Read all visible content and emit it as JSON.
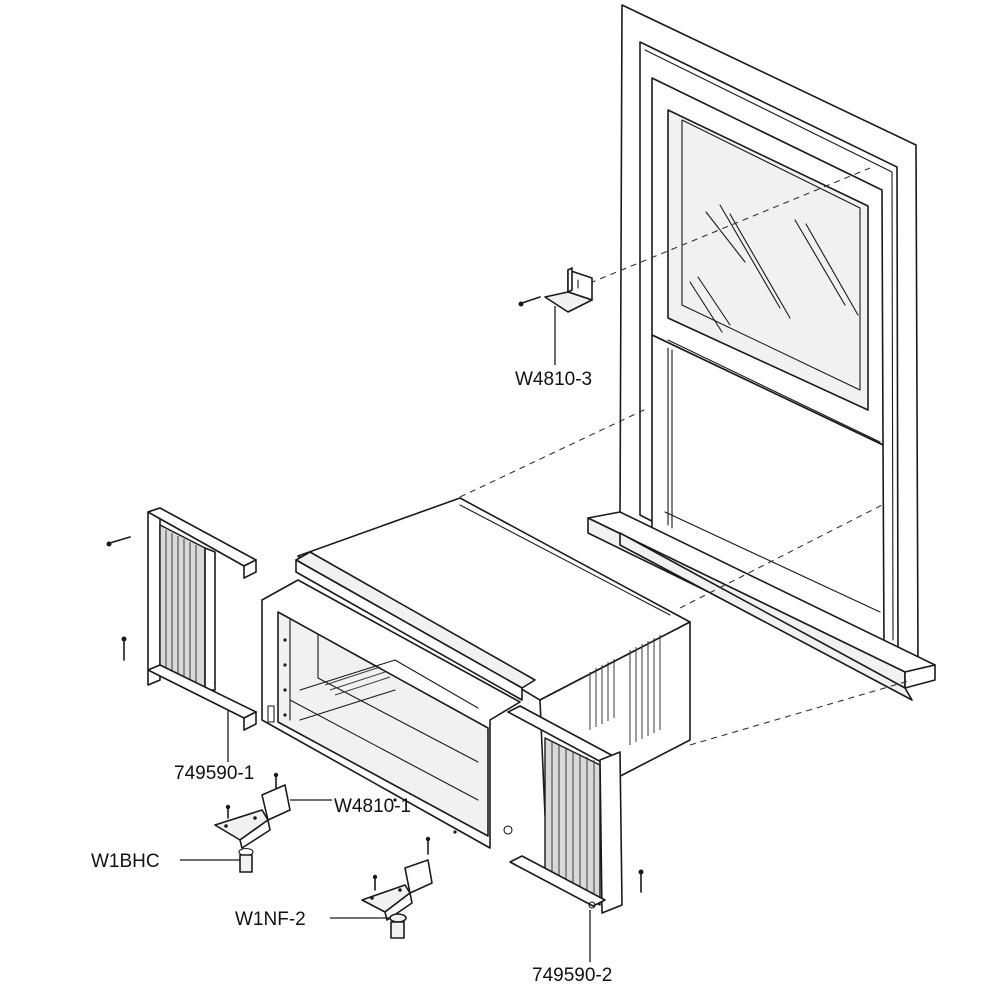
{
  "labels": {
    "w4810_3": "W4810-3",
    "p749590_1": "749590-1",
    "w4810_1": "W4810-1",
    "w1bhc": "W1BHC",
    "w1nf_2": "W1NF-2",
    "p749590_2": "749590-2"
  },
  "colors": {
    "line": "#1a1a1a",
    "panel_fill": "#d9d9d9",
    "background": "#ffffff"
  }
}
